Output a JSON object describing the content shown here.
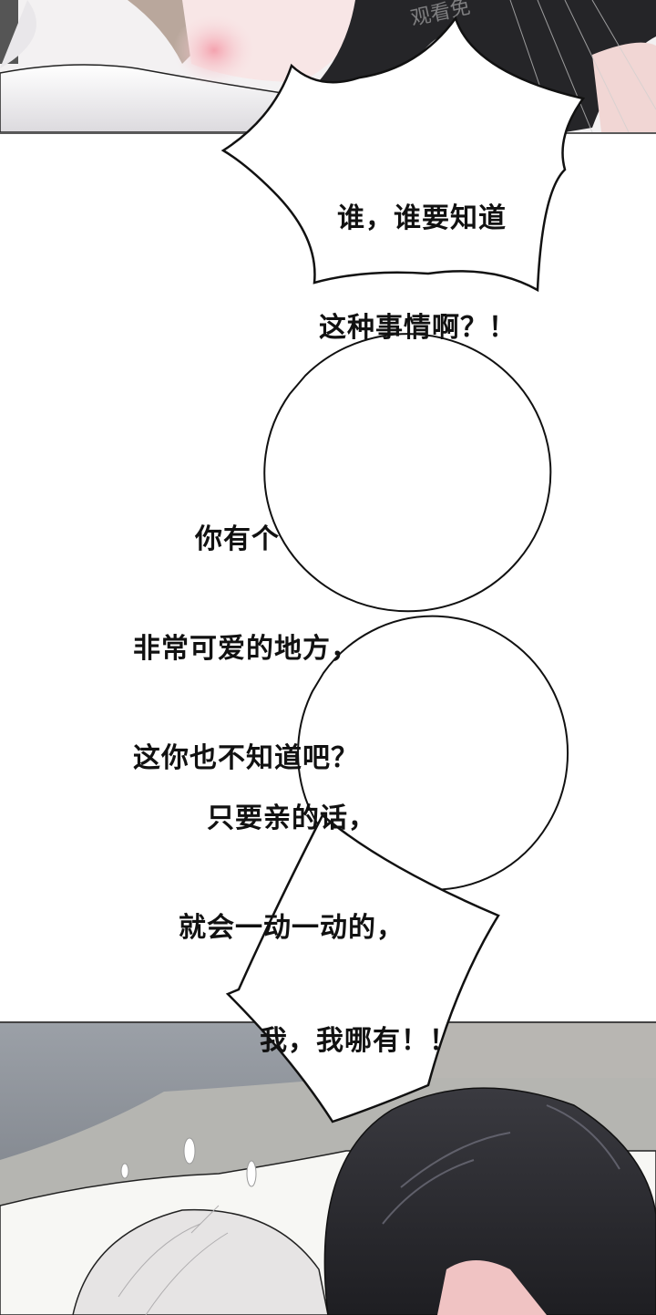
{
  "panels": [
    {
      "id": "top-panel",
      "description": "Close-up of a blushing light-haired character lying on a white pillow, a dark-haired character in black clothing beside",
      "watermark": "观看免"
    },
    {
      "id": "bottom-panel",
      "description": "Dark-haired character leaning over light-haired character lying on bed"
    }
  ],
  "bubbles": [
    {
      "id": "shout-bubble",
      "shape": "spiky",
      "lines": [
        "谁，谁要知道",
        "这种事情啊？！"
      ]
    },
    {
      "id": "round-bubble-1",
      "shape": "circle",
      "lines": [
        "你有个",
        "非常可爱的地方，",
        "这你也不知道吧？"
      ]
    },
    {
      "id": "round-bubble-2",
      "shape": "circle",
      "lines": [
        "只要亲的话，",
        "就会一动一动的，"
      ]
    },
    {
      "id": "angular-bubble",
      "shape": "angular",
      "lines": [
        "我，我哪有！！"
      ]
    }
  ],
  "colors": {
    "ink": "#111111",
    "background": "#ffffff",
    "hair_dark": "#2a2a2e",
    "hair_light": "#e8e6e6",
    "blush": "#f2a8b0",
    "wall_gray": "#7e838b"
  }
}
